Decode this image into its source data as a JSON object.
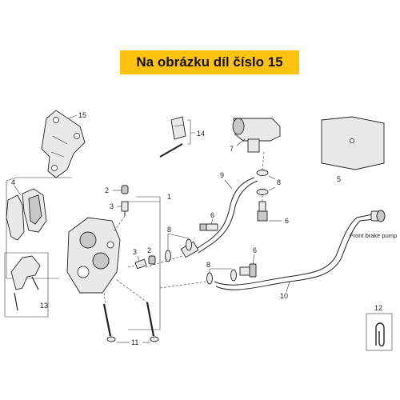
{
  "banner": {
    "title": "Na obrázku díl číslo 15",
    "background": "#ffc20e"
  },
  "callouts": {
    "c1": "1",
    "c2a": "2",
    "c2b": "2",
    "c3a": "3",
    "c3b": "3",
    "c4": "4",
    "c5": "5",
    "c6a": "6",
    "c6b": "6",
    "c6c": "6",
    "c7": "7",
    "c8a": "8",
    "c8b": "8",
    "c8c": "8",
    "c9": "9",
    "c10": "10",
    "c11": "11",
    "c12": "12",
    "c13": "13",
    "c14": "14",
    "c15": "15"
  },
  "labels": {
    "front_brake_pump": "Front brake pump"
  },
  "icons": {
    "highlighted_part": "bracket-icon"
  }
}
